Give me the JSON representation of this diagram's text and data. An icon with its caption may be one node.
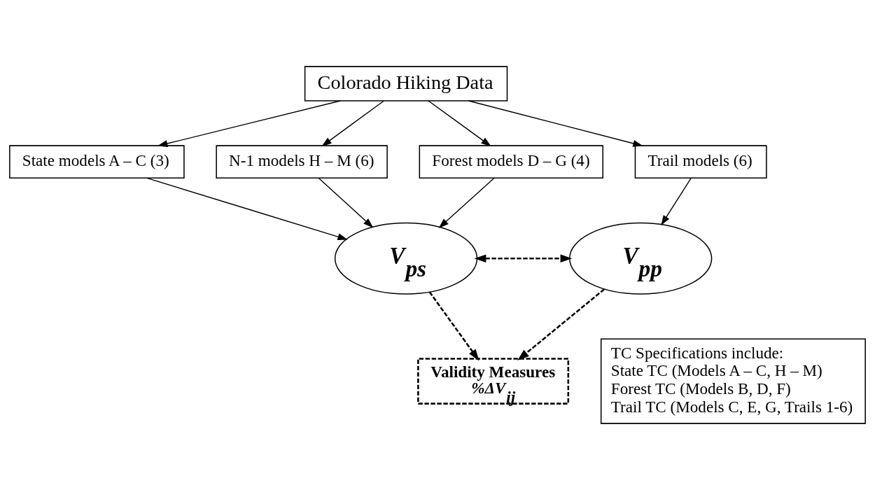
{
  "diagram": {
    "nodes": [
      {
        "text": [
          "Colorado Hiking Data"
        ]
      },
      {
        "text": [
          "State models A – C (3)"
        ]
      },
      {
        "text": [
          "N-1 models H – M (6)"
        ]
      },
      {
        "text": [
          "Forest models D – G (4)"
        ]
      },
      {
        "text": [
          "Trail models (6)"
        ]
      },
      {
        "text": [
          "V$_{ps}$"
        ]
      },
      {
        "text": [
          "V$_{pp}$"
        ]
      },
      {
        "text": [
          "Validity Measures",
          "%ΔV$_{ij}$"
        ]
      },
      {
        "text": [
          "TC Specifications include:",
          "State TC (Models A – C, H – M)",
          "Forest TC (Models B, D, F)",
          "Trail TC (Models C, E, G, Trails 1-6)"
        ]
      }
    ],
    "edges": [
      {
        "from": 0,
        "to": 1,
        "arrow": "to"
      },
      {
        "from": 0,
        "to": 2,
        "arrow": "to"
      },
      {
        "from": 0,
        "to": 3,
        "arrow": "to"
      },
      {
        "from": 0,
        "to": 4,
        "arrow": "to"
      },
      {
        "from": 1,
        "to": 5,
        "arrow": "to"
      },
      {
        "from": 2,
        "to": 5,
        "arrow": "to"
      },
      {
        "from": 3,
        "to": 5,
        "arrow": "to"
      },
      {
        "from": 4,
        "to": 6,
        "arrow": "to"
      },
      {
        "from": 5,
        "to": 6,
        "arrow": "both",
        "style": "dashed"
      },
      {
        "from": 5,
        "to": 7,
        "arrow": "to",
        "style": "dashed"
      },
      {
        "from": 6,
        "to": 7,
        "arrow": "to",
        "style": "dashed"
      }
    ]
  }
}
